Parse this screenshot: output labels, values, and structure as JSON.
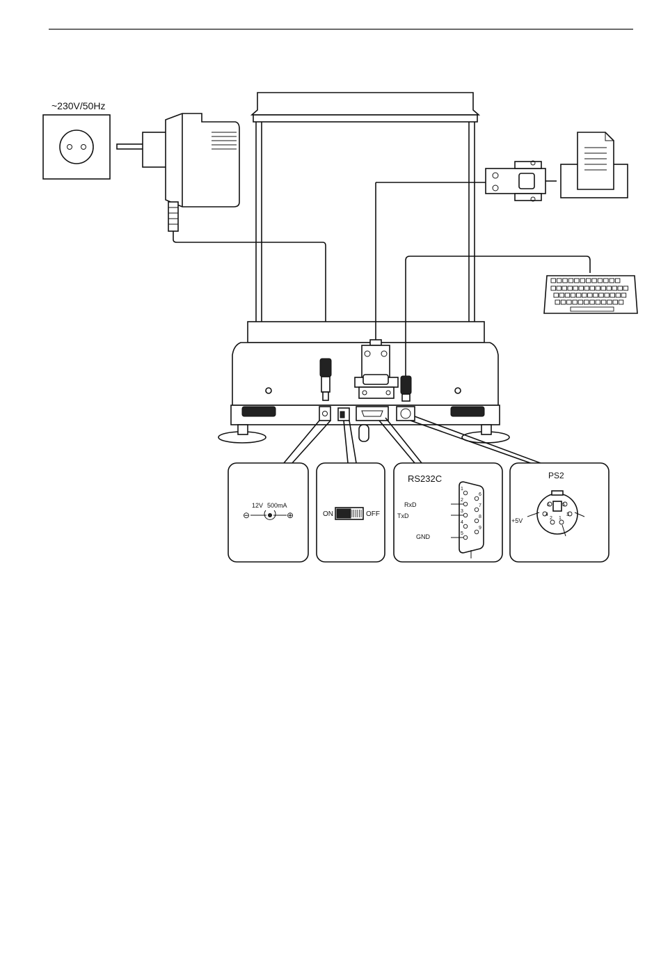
{
  "supply_label": "~230V/50Hz",
  "power_panel": {
    "voltage": "12V",
    "current": "500mA",
    "minus": "⊖",
    "plus": "⊕"
  },
  "switch_panel": {
    "on": "ON",
    "off": "OFF"
  },
  "rs232_panel": {
    "title": "RS232C",
    "rxd": "RxD",
    "txd": "TxD",
    "gnd": "GND",
    "pins_left": [
      "1",
      "2",
      "3",
      "4",
      "5"
    ],
    "pins_right": [
      "6",
      "7",
      "8",
      "9"
    ]
  },
  "ps2_panel": {
    "title": "PS2",
    "vcc": "+5V",
    "pins": [
      "1",
      "2",
      "3",
      "4",
      "5",
      "6"
    ]
  }
}
